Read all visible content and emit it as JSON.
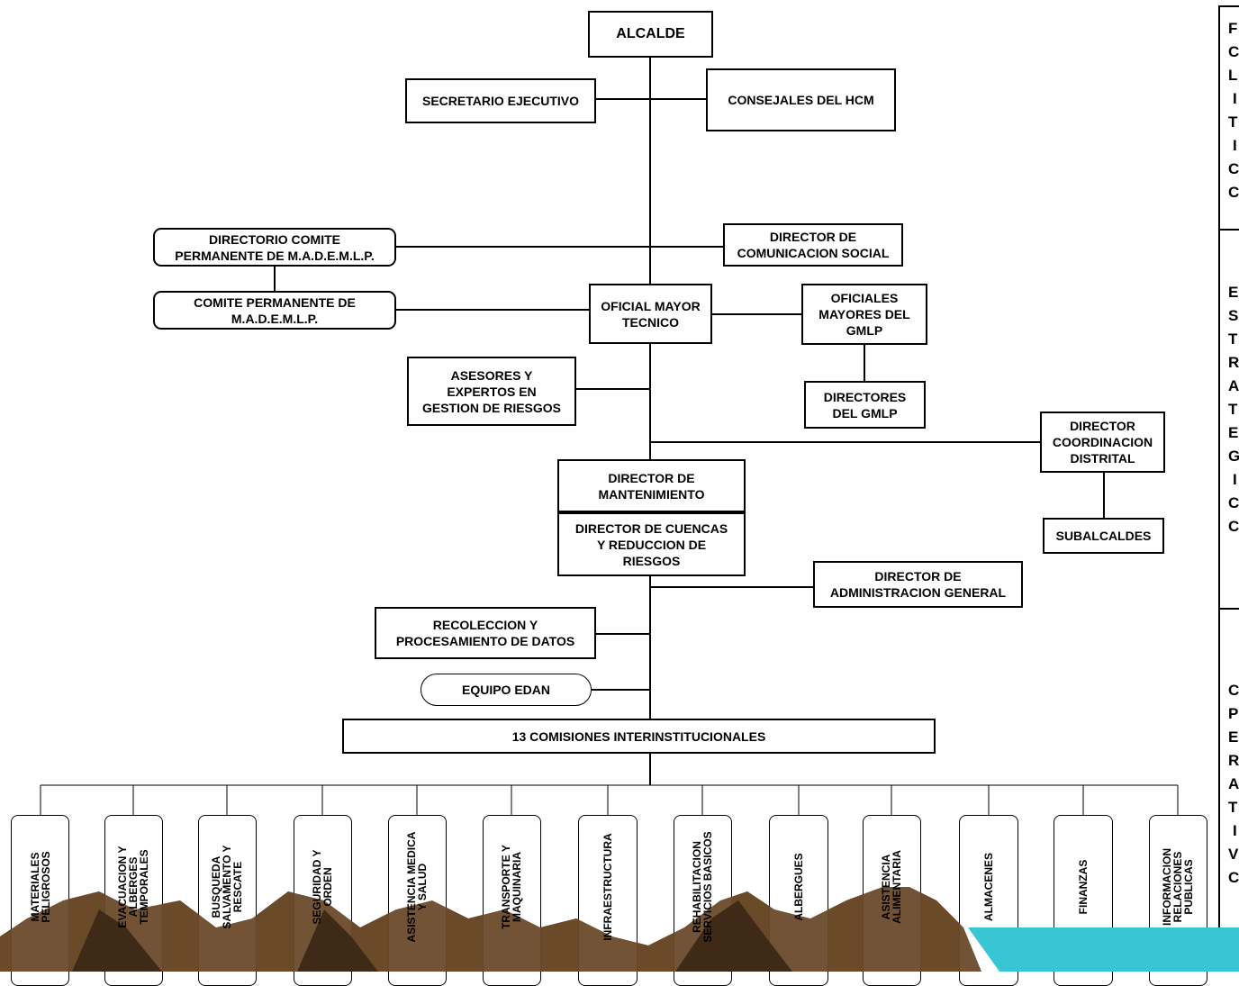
{
  "org_chart": {
    "alcalde": "ALCALDE",
    "secretario": "SECRETARIO EJECUTIVO",
    "consejales": "CONSEJALES DEL HCM",
    "directorio_comite": "DIRECTORIO COMITE\nPERMANENTE DE M.A.D.E.M.L.P.",
    "director_comunicacion": "DIRECTOR DE\nCOMUNICACION SOCIAL",
    "comite_permanente": "COMITE PERMANENTE DE\nM.A.D.E.M.L.P.",
    "oficial_mayor": "OFICIAL MAYOR\nTECNICO",
    "oficiales_mayores": "OFICIALES\nMAYORES DEL\nGMLP",
    "asesores": "ASESORES Y\nEXPERTOS EN\nGESTION DE RIESGOS",
    "directores_gmlp": "DIRECTORES\nDEL GMLP",
    "director_coordinacion": "DIRECTOR\nCOORDINACION\nDISTRITAL",
    "director_mantenimiento": "DIRECTOR DE\nMANTENIMIENTO",
    "director_cuencas": "DIRECTOR DE CUENCAS\nY REDUCCION DE\nRIESGOS",
    "subalcaldes": "SUBALCALDES",
    "director_administracion": "DIRECTOR DE\nADMINISTRACION GENERAL",
    "recoleccion": "RECOLECCION Y\nPROCESAMIENTO DE DATOS",
    "equipo_edan": "EQUIPO EDAN",
    "comisiones": "13 COMISIONES INTERINSTITUCIONALES"
  },
  "commissions": [
    "MATERIALES\nPELIGROSOS",
    "EVACUACION Y\nALBERGES\nTEMPORALES",
    "BUSQUEDA\nSALVAMENTO Y\nRESCATE",
    "SEGURIDAD Y\nORDEN",
    "ASISTENCIA MEDICA\nY SALUD",
    "TRANSPORTE Y\nMAQUINARIA",
    "INFRAESTRUCTURA",
    "REHABILITACION\nSERVICIOS BASICOS",
    "ALBERGUES",
    "ASISTENCIA\nALIMENTARIA",
    "ALMACENES",
    "FINANZAS",
    "INFORMACION\nRELACIONES\nPUBLICAS"
  ],
  "side_panel": {
    "panel1": [
      "F",
      "C",
      "L",
      "I",
      "T",
      "I",
      "C",
      "C"
    ],
    "panel2": [
      "E",
      "S",
      "T",
      "R",
      "A",
      "T",
      "E",
      "G",
      "I",
      "C",
      "C"
    ],
    "panel3": [
      "C",
      "P",
      "E",
      "R",
      "A",
      "T",
      "I",
      "V",
      "C"
    ]
  },
  "colors": {
    "line": "#000000",
    "mountain": "#6b4a2a",
    "mountain_dark": "#3e2a16",
    "water": "#39c6d4"
  }
}
